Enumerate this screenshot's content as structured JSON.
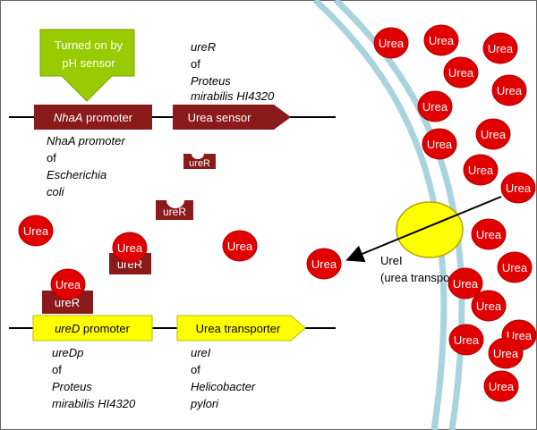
{
  "callout": {
    "line1": "Turned on by",
    "line2": "pH sensor"
  },
  "top_construct": {
    "promoter_label_italic": "NhaA",
    "promoter_label_rest": " promoter",
    "gene_label": "Urea sensor",
    "promoter_caption": [
      "NhaA promoter",
      "of",
      "Escherichia",
      "coli"
    ],
    "gene_caption": [
      "ureR",
      "of",
      "Proteus",
      "mirabilis HI4320"
    ]
  },
  "bottom_construct": {
    "promoter_label_italic": "ureD",
    "promoter_label_rest": " promoter",
    "gene_label": "Urea transporter",
    "promoter_caption": [
      "ureDp",
      "of",
      "Proteus",
      "mirabilis HI4320"
    ],
    "gene_caption": [
      "ureI",
      "of",
      "Helicobacter",
      "pylori"
    ]
  },
  "protein_label": "ureR",
  "molecule_label": "Urea",
  "transporter": {
    "line1": "UreI",
    "line2": "(urea transporter)"
  },
  "colors": {
    "dark_red": "#8b1a1a",
    "urea_red": "#e00000",
    "callout_green": "#99cc00",
    "promoter_yellow": "#ffff00",
    "membrane_blue": "#a9d3df"
  }
}
